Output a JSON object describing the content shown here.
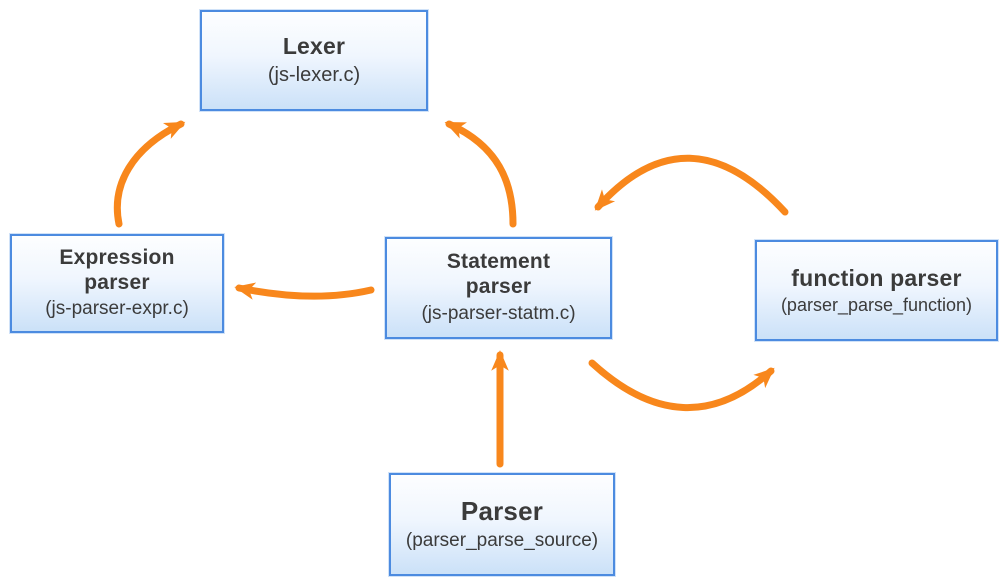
{
  "diagram": {
    "type": "module-call-graph",
    "colors": {
      "arrow_orange": "#F8871C",
      "box_border_blue": "#4C8BE0",
      "box_fill_top": "#FDFEFF",
      "box_fill_bottom": "#CBE1F8",
      "text": "#3B3B3B",
      "background": "#FFFFFF"
    },
    "nodes": {
      "lexer": {
        "title": "Lexer",
        "subtitle": "(js-lexer.c)"
      },
      "expression_parser": {
        "title_line_1": "Expression",
        "title_line_2": "parser",
        "subtitle": "(js-parser-expr.c)"
      },
      "statement_parser": {
        "title_line_1": "Statement",
        "title_line_2": "parser",
        "subtitle": "(js-parser-statm.c)"
      },
      "function_parser": {
        "title": "function parser",
        "subtitle": "(parser_parse_function)"
      },
      "parser": {
        "title": "Parser",
        "subtitle": "(parser_parse_source)"
      }
    },
    "edges": [
      {
        "from": "expression-parser",
        "to": "lexer"
      },
      {
        "from": "statement-parser",
        "to": "lexer"
      },
      {
        "from": "statement-parser",
        "to": "expression-parser"
      },
      {
        "from": "function-parser",
        "to": "statement-parser"
      },
      {
        "from": "statement-parser",
        "to": "function-parser"
      },
      {
        "from": "parser",
        "to": "statement-parser"
      }
    ]
  }
}
